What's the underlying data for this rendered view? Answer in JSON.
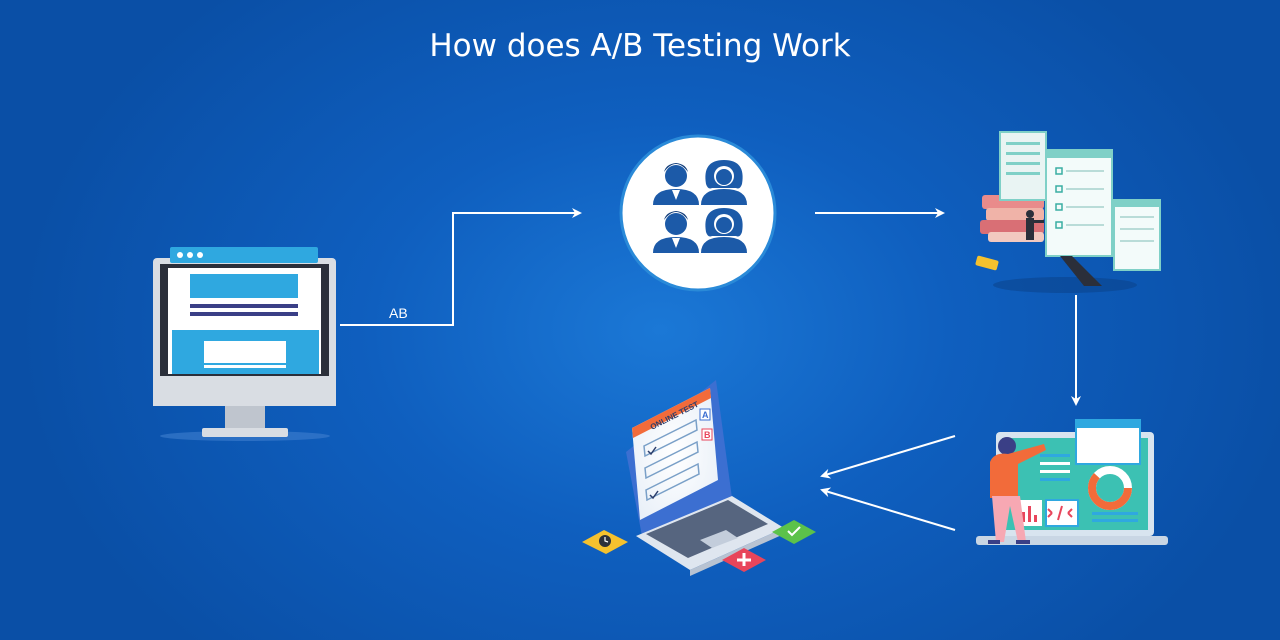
{
  "title": "How does A/B Testing Work",
  "connector_label": "AB",
  "laptop_screen_text": "ONLINE TEST",
  "option_a": "A",
  "option_b": "B",
  "colors": {
    "background": "#0f5fbf",
    "arrow": "#ffffff",
    "accent_blue": "#2fa8e0",
    "user_icon": "#1c5aa8",
    "orange": "#f26b3a",
    "green": "#5cc24a",
    "yellow": "#f5c12e",
    "red": "#e8455b"
  },
  "icons": [
    "desktop-monitor-icon",
    "user-group-icon",
    "analytics-screens-icon",
    "dashboard-laptop-icon",
    "online-test-laptop-icon"
  ]
}
